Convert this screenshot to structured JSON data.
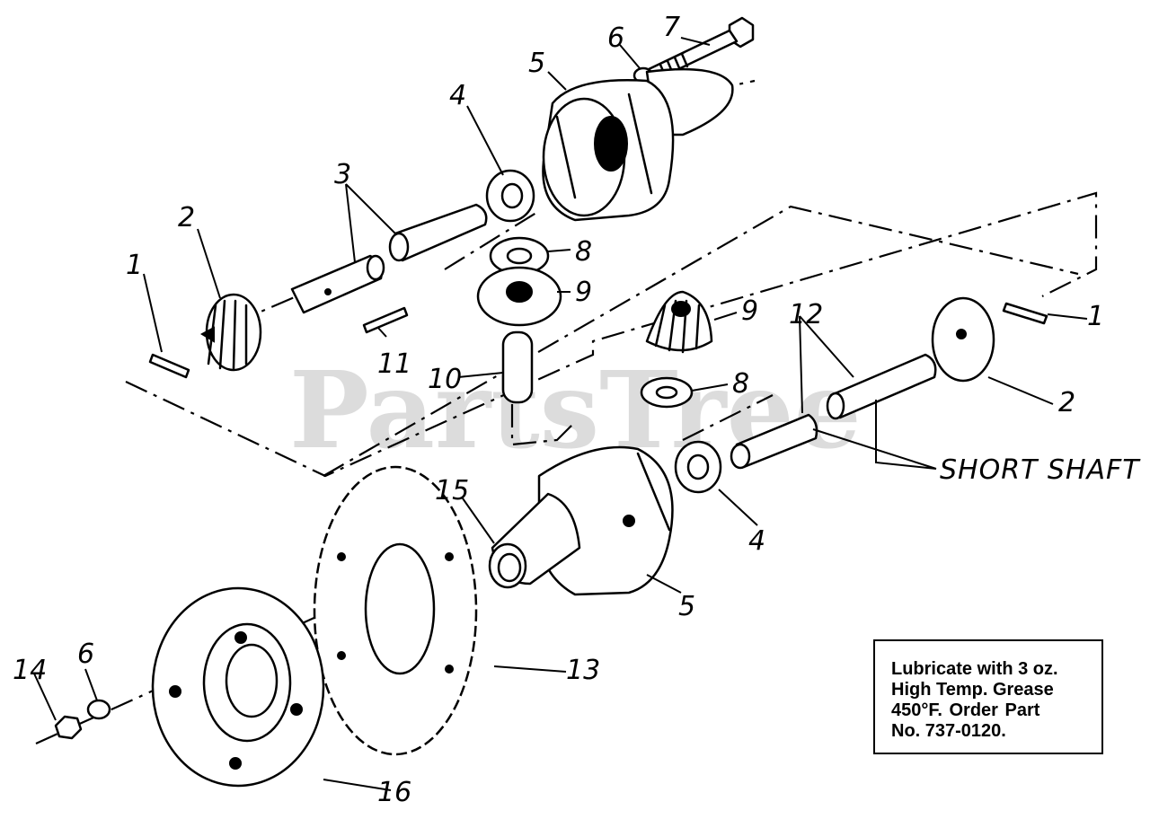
{
  "watermark": "PartsTree",
  "note": {
    "lines": [
      "Lubricate with 3 oz.",
      "High Temp. Grease",
      "450°F.  Order  Part",
      "No. 737-0120."
    ]
  },
  "labels": {
    "short_shaft": "SHORT SHAFT",
    "n1a": "1",
    "n1b": "1",
    "n2a": "2",
    "n2b": "2",
    "n3": "3",
    "n4a": "4",
    "n4b": "4",
    "n5a": "5",
    "n5b": "5",
    "n6a": "6",
    "n6b": "6",
    "n7": "7",
    "n8a": "8",
    "n8b": "8",
    "n9a": "9",
    "n9b": "9",
    "n10": "10",
    "n11": "11",
    "n12": "12",
    "n13": "13",
    "n14": "14",
    "n15": "15",
    "n16": "16"
  }
}
